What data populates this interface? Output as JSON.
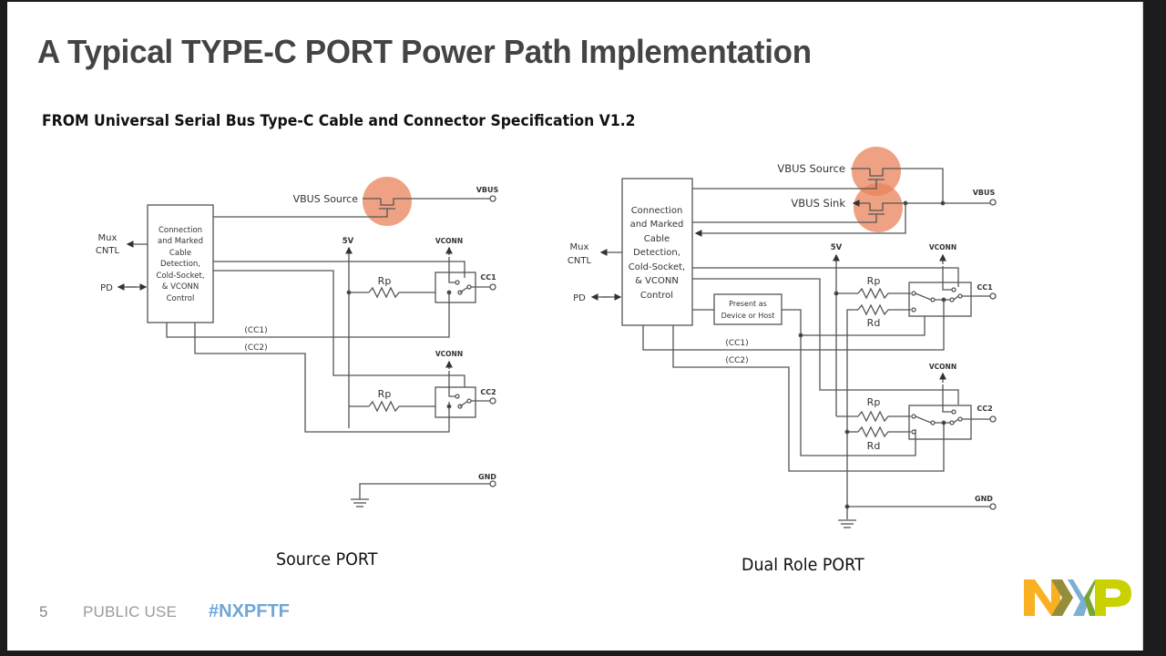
{
  "slide": {
    "title": "A Typical TYPE-C PORT Power Path Implementation",
    "subtitle": "FROM Universal Serial Bus Type-C Cable and Connector Specification V1.2"
  },
  "diagrams": {
    "source_port": {
      "caption": "Source PORT",
      "controller": [
        "Connection",
        "and Marked",
        "Cable",
        "Detection,",
        "Cold-Socket,",
        "& VCONN",
        "Control"
      ],
      "mux_label": [
        "Mux",
        "CNTL"
      ],
      "pd_label": "PD",
      "vbus_source_label": "VBUS Source",
      "vbus_label": "VBUS",
      "five_v_label": "5V",
      "vconn_label": "VCONN",
      "rp_label": "Rp",
      "cc1_label": "CC1",
      "cc2_label": "CC2",
      "cc1_trace": "(CC1)",
      "cc2_trace": "(CC2)",
      "gnd_label": "GND"
    },
    "dual_role_port": {
      "caption": "Dual Role PORT",
      "controller": [
        "Connection",
        "and Marked",
        "Cable",
        "Detection,",
        "Cold-Socket,",
        "& VCONN",
        "Control"
      ],
      "mux_label": [
        "Mux",
        "CNTL"
      ],
      "pd_label": "PD",
      "vbus_source_label": "VBUS Source",
      "vbus_sink_label": "VBUS Sink",
      "vbus_label": "VBUS",
      "five_v_label": "5V",
      "vconn_label": "VCONN",
      "rp_label": "Rp",
      "rd_label": "Rd",
      "cc1_label": "CC1",
      "cc2_label": "CC2",
      "cc1_trace": "(CC1)",
      "cc2_trace": "(CC2)",
      "present_box": [
        "Present as",
        "Device or Host"
      ],
      "gnd_label": "GND"
    }
  },
  "footer": {
    "page_number": "5",
    "classification": "PUBLIC USE",
    "hashtag": "#NXPFTF"
  },
  "logo": {
    "text": "NXP",
    "colors": {
      "n": "#f9b021",
      "x_left": "#7bafd4",
      "x_dark": "#958c3c",
      "p": "#c9d200"
    }
  },
  "colors": {
    "highlight": "#e8835a",
    "wire": "#555555",
    "title": "#444444",
    "hashtag": "#6ea6d6"
  }
}
